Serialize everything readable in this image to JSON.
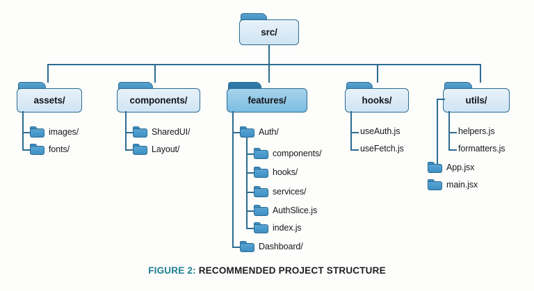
{
  "figure": {
    "caption_prefix": "FIGURE 2:",
    "caption_main": "RECOMMENDED PROJECT STRUCTURE",
    "accent_color": "#1d7f93",
    "folder_fill": "#dce9f5",
    "folder_accent_fill": "#9fd0ea",
    "folder_stroke": "#2b6a91",
    "mini_folder_fill": "#4a9fd4",
    "background": "#fdfdfb"
  },
  "tree": {
    "root": {
      "label": "src/",
      "icon": "folder-icon"
    },
    "level1": [
      {
        "label": "assets/",
        "icon": "folder-icon",
        "highlighted": false
      },
      {
        "label": "components/",
        "icon": "folder-icon",
        "highlighted": false
      },
      {
        "label": "features/",
        "icon": "folder-icon",
        "highlighted": true
      },
      {
        "label": "hooks/",
        "icon": "folder-icon",
        "highlighted": false
      },
      {
        "label": "utils/",
        "icon": "folder-icon",
        "highlighted": false
      }
    ],
    "assets_children": [
      {
        "label": "images/",
        "icon": "folder-icon"
      },
      {
        "label": "fonts/",
        "icon": "folder-icon"
      }
    ],
    "components_children": [
      {
        "label": "SharedUI/",
        "icon": "folder-icon"
      },
      {
        "label": "Layout/",
        "icon": "folder-icon"
      }
    ],
    "features_children": [
      {
        "label": "Auth/",
        "icon": "folder-icon"
      },
      {
        "label": "Dashboard/",
        "icon": "folder-icon"
      }
    ],
    "auth_children": [
      {
        "label": "components/",
        "icon": "folder-icon"
      },
      {
        "label": "hooks/",
        "icon": "folder-icon"
      },
      {
        "label": "services/",
        "icon": "folder-icon"
      },
      {
        "label": "AuthSlice.js",
        "icon": "folder-icon"
      },
      {
        "label": "index.js",
        "icon": "folder-icon"
      }
    ],
    "hooks_children": [
      {
        "label": "useAuth.js",
        "icon": "none"
      },
      {
        "label": "useFetch.js",
        "icon": "none"
      }
    ],
    "utils_children": [
      {
        "label": "helpers.js",
        "icon": "none"
      },
      {
        "label": "formatters.js",
        "icon": "none"
      }
    ],
    "root_files": [
      {
        "label": "App.jsx",
        "icon": "folder-icon"
      },
      {
        "label": "main.jsx",
        "icon": "folder-icon"
      }
    ]
  }
}
